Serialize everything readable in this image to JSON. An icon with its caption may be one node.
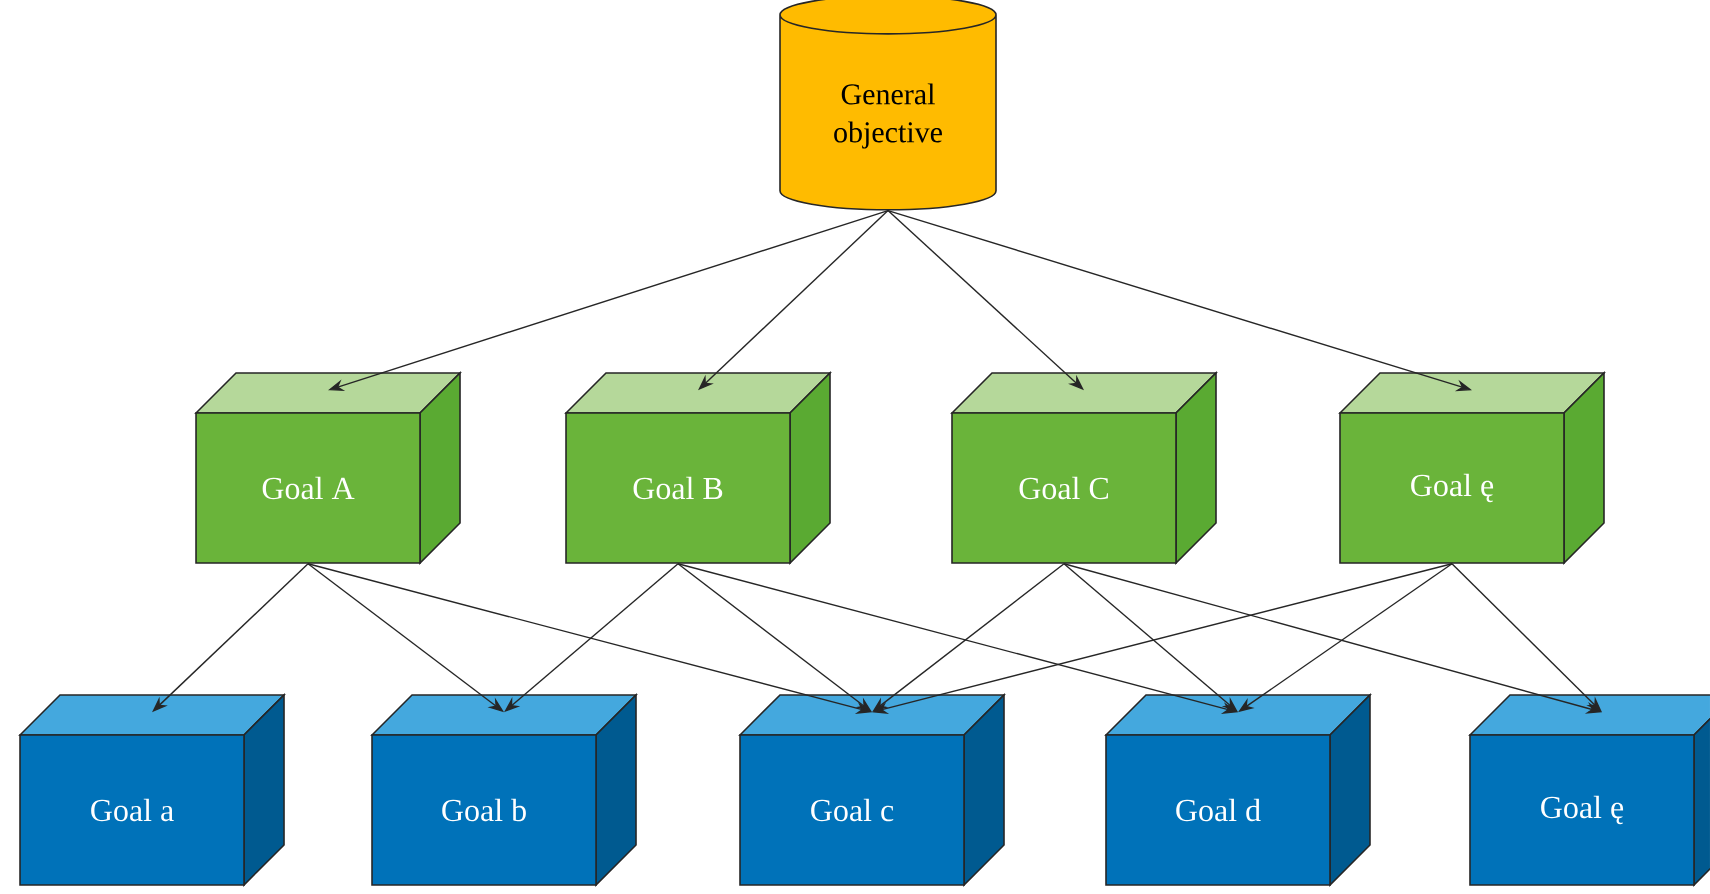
{
  "diagram": {
    "nodes": [
      {
        "text": [
          "General objective"
        ]
      },
      {
        "text": [
          "Goal A"
        ]
      },
      {
        "text": [
          "Goal B"
        ]
      },
      {
        "text": [
          "Goal C"
        ]
      },
      {
        "text": [
          "Goal ę"
        ]
      },
      {
        "text": [
          "Goal a"
        ]
      },
      {
        "text": [
          "Goal b"
        ]
      },
      {
        "text": [
          "Goal c"
        ]
      },
      {
        "text": [
          "Goal d"
        ]
      },
      {
        "text": [
          "Goal ę"
        ]
      }
    ],
    "edges": [
      {
        "from": 0,
        "to": 1,
        "arrow": "to"
      },
      {
        "from": 0,
        "to": 2,
        "arrow": "to"
      },
      {
        "from": 0,
        "to": 3,
        "arrow": "to"
      },
      {
        "from": 0,
        "to": 4,
        "arrow": "to"
      },
      {
        "from": 1,
        "to": 5,
        "arrow": "to"
      },
      {
        "from": 1,
        "to": 6,
        "arrow": "to"
      },
      {
        "from": 1,
        "to": 7,
        "arrow": "to"
      },
      {
        "from": 2,
        "to": 6,
        "arrow": "to"
      },
      {
        "from": 2,
        "to": 7,
        "arrow": "to"
      },
      {
        "from": 2,
        "to": 8,
        "arrow": "to"
      },
      {
        "from": 3,
        "to": 7,
        "arrow": "to"
      },
      {
        "from": 3,
        "to": 8,
        "arrow": "to"
      },
      {
        "from": 3,
        "to": 9,
        "arrow": "to"
      },
      {
        "from": 4,
        "to": 7,
        "arrow": "to"
      },
      {
        "from": 4,
        "to": 8,
        "arrow": "to"
      },
      {
        "from": 4,
        "to": 9,
        "arrow": "to"
      }
    ]
  }
}
